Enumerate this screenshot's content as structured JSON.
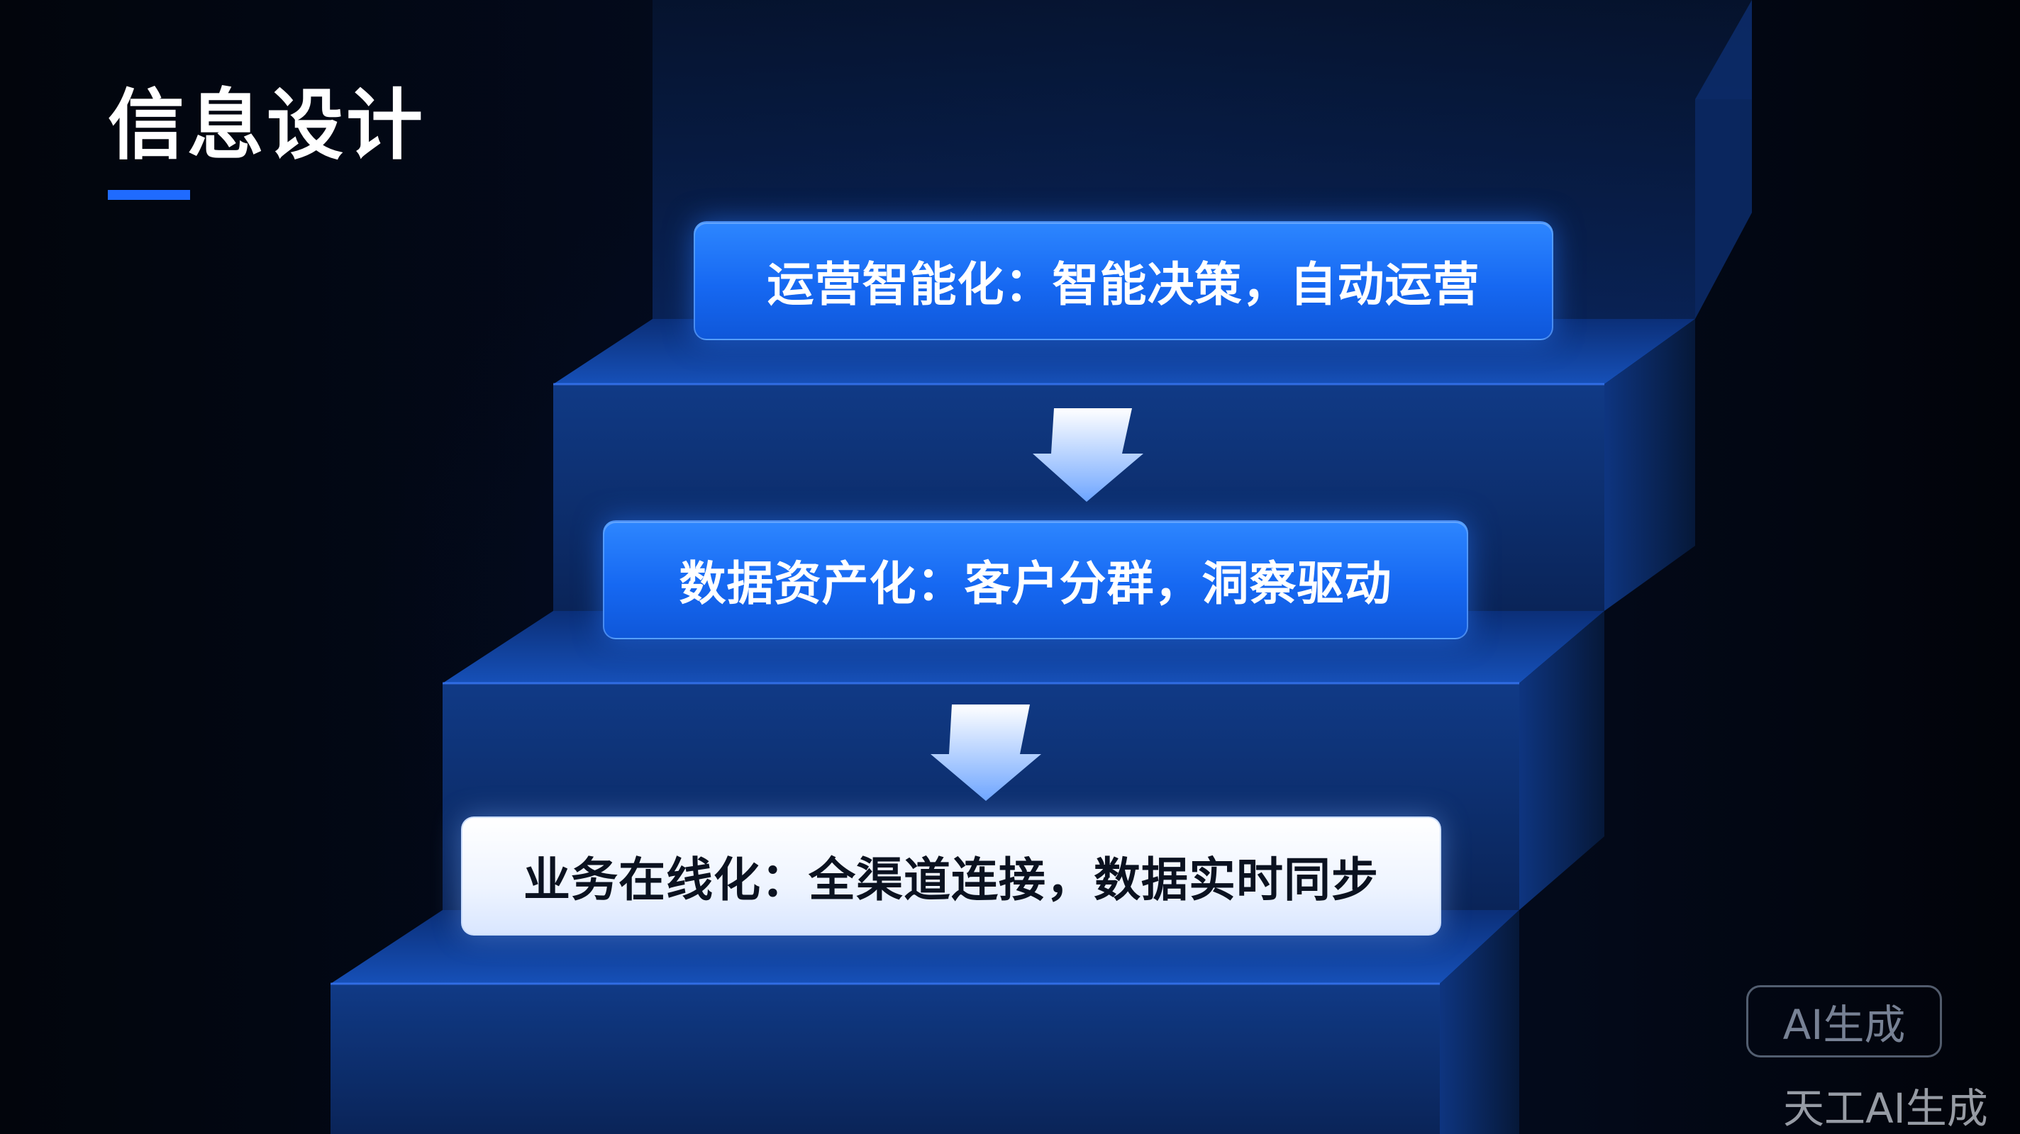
{
  "title": "信息设计",
  "steps": [
    {
      "label": "运营智能化：智能决策，自动运营",
      "style": "blue"
    },
    {
      "label": "数据资产化：客户分群，洞察驱动",
      "style": "blue"
    },
    {
      "label": "业务在线化：全渠道连接，数据实时同步",
      "style": "white"
    }
  ],
  "watermark": {
    "badge": "AI生成",
    "footer": "天工AI生成"
  },
  "colors": {
    "background": "#02060f",
    "accent": "#1f6bff",
    "step_blue": "#1668f2",
    "step_white": "#eef4ff"
  }
}
